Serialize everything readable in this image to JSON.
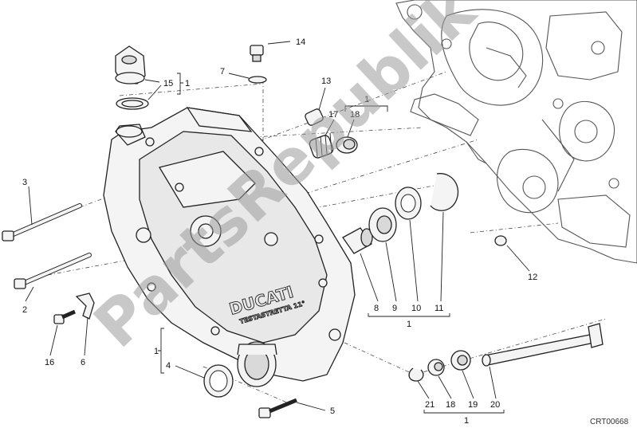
{
  "diagram": {
    "reference_code": "CRT00668",
    "watermark": "PartsRepublik",
    "cover_branding": {
      "brand": "DUCATI",
      "subtitle": "TESTASTRETTA 11°"
    },
    "callouts": [
      {
        "id": "c14",
        "label": "14"
      },
      {
        "id": "c7",
        "label": "7"
      },
      {
        "id": "c15",
        "label": "15"
      },
      {
        "id": "c1a",
        "label": "1"
      },
      {
        "id": "c13",
        "label": "13"
      },
      {
        "id": "c1b",
        "label": "1"
      },
      {
        "id": "c17",
        "label": "17"
      },
      {
        "id": "c18a",
        "label": "18"
      },
      {
        "id": "c3",
        "label": "3"
      },
      {
        "id": "c12",
        "label": "12"
      },
      {
        "id": "c8",
        "label": "8"
      },
      {
        "id": "c9",
        "label": "9"
      },
      {
        "id": "c10",
        "label": "10"
      },
      {
        "id": "c11",
        "label": "11"
      },
      {
        "id": "c1c",
        "label": "1"
      },
      {
        "id": "c2",
        "label": "2"
      },
      {
        "id": "c16",
        "label": "16"
      },
      {
        "id": "c6",
        "label": "6"
      },
      {
        "id": "c1d",
        "label": "1"
      },
      {
        "id": "c4",
        "label": "4"
      },
      {
        "id": "c5",
        "label": "5"
      },
      {
        "id": "c21",
        "label": "21"
      },
      {
        "id": "c18b",
        "label": "18"
      },
      {
        "id": "c19",
        "label": "19"
      },
      {
        "id": "c20",
        "label": "20"
      },
      {
        "id": "c1e",
        "label": "1"
      }
    ]
  }
}
